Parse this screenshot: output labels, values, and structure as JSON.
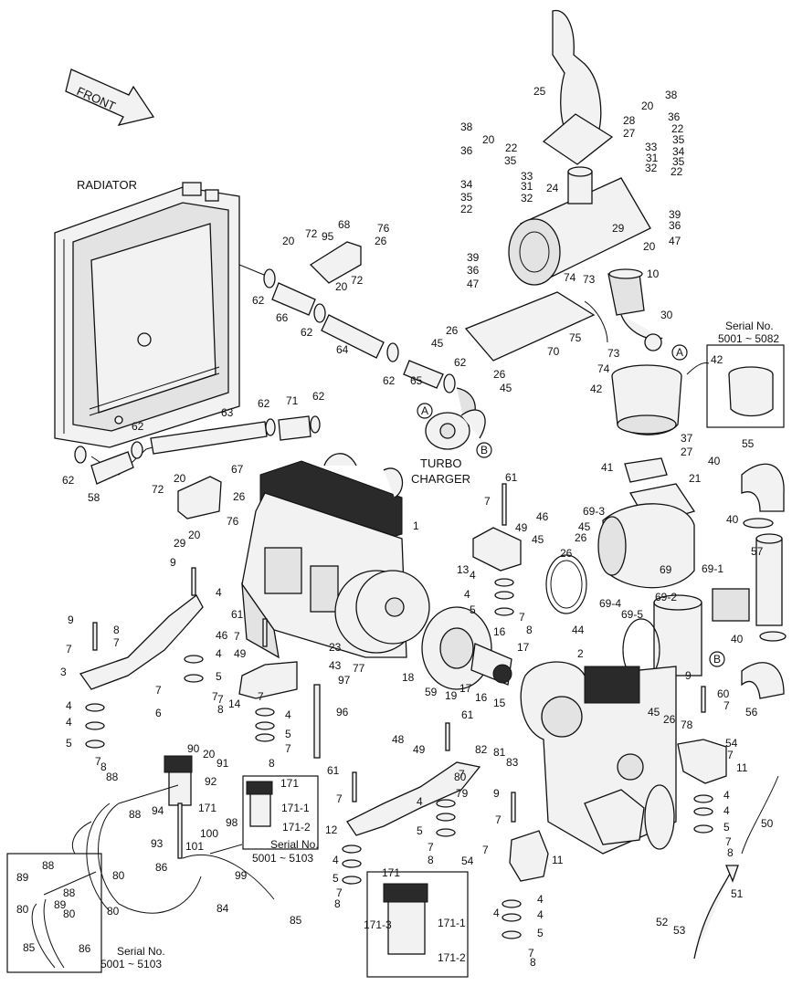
{
  "labels": {
    "front": "FRONT",
    "radiator": "RADIATOR",
    "turbo_line1": "TURBO",
    "turbo_line2": "CHARGER",
    "serial_top_line1": "Serial No.",
    "serial_top_line2": "5001 ~ 5082",
    "serial_mid_line1": "Serial No.",
    "serial_mid_line2": "5001 ~ 5103",
    "serial_bot_line1": "Serial No.",
    "serial_bot_line2": "5001 ~ 5103",
    "ref_a": "A",
    "ref_b": "B"
  },
  "callouts": [
    "1",
    "2",
    "3",
    "4",
    "5",
    "6",
    "7",
    "8",
    "9",
    "10",
    "11",
    "12",
    "13",
    "14",
    "15",
    "16",
    "17",
    "18",
    "19",
    "20",
    "21",
    "22",
    "23",
    "24",
    "25",
    "26",
    "27",
    "28",
    "29",
    "30",
    "31",
    "32",
    "33",
    "34",
    "35",
    "36",
    "37",
    "38",
    "39",
    "40",
    "41",
    "42",
    "43",
    "44",
    "45",
    "46",
    "47",
    "48",
    "49",
    "50",
    "51",
    "52",
    "53",
    "54",
    "55",
    "56",
    "57",
    "58",
    "59",
    "60",
    "61",
    "62",
    "63",
    "64",
    "65",
    "66",
    "67",
    "68",
    "69",
    "69-1",
    "69-2",
    "69-3",
    "69-4",
    "69-5",
    "70",
    "71",
    "72",
    "73",
    "74",
    "75",
    "76",
    "77",
    "78",
    "79",
    "80",
    "81",
    "82",
    "83",
    "84",
    "85",
    "86",
    "88",
    "89",
    "90",
    "91",
    "92",
    "93",
    "94",
    "95",
    "96",
    "97",
    "98",
    "99",
    "100",
    "101",
    "171",
    "171-1",
    "171-2",
    "171-3"
  ]
}
